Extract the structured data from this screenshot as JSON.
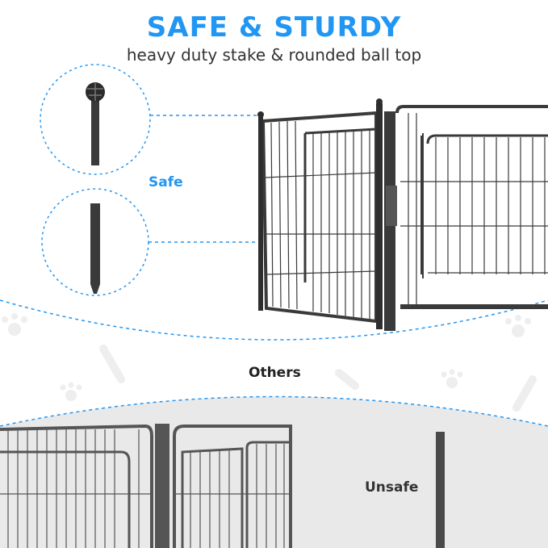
{
  "header": {
    "title": "SAFE & STURDY",
    "subtitle": "heavy duty stake & rounded ball top"
  },
  "labels": {
    "safe": "Safe",
    "others": "Others",
    "unsafe": "Unsafe"
  },
  "colors": {
    "accent": "#2196f3",
    "metal": "#3a3a3a",
    "bottom_bg": "#e8e8e8"
  }
}
